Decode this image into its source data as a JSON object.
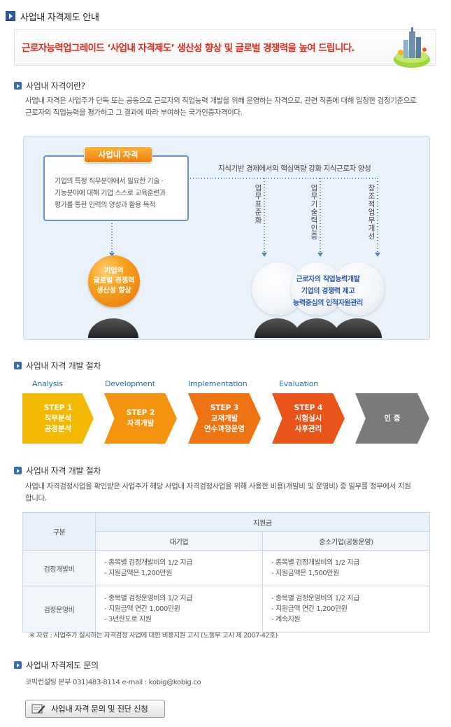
{
  "page_title": "사업내 자격제도 안내",
  "banner": {
    "slogan": "근로자능력업그레이드 ‘사업내 자격제도’ 생산성 향상 및 글로벌 경쟁력을 높여 드립니다."
  },
  "section1": {
    "title": "사업내 자격이란?",
    "paragraph_lines": [
      "사업내 자격은 사업주가 단독 또는 공동으로 근로자의 직업능력 개발을 위해 운영하는 자격으로, 관련 직종에 대해 일정한 검정기준으로",
      "근로자의 직업능력을 평가하고 그 결과에 따라 부여하는 국가인증자격이다."
    ]
  },
  "diagram": {
    "tag": "사업내 자격",
    "definition_lines": [
      "기업의 특정 직무분야에서 필요한 기술 ·",
      "기능분야에 대해 기업 스스로 교육훈련과",
      "평가를 통한 인력의 양성과 활용 목적"
    ],
    "top_label": "지식기반 경제에서의 핵심역량 강화 지식근로자 양성",
    "vertical_labels": [
      "업무표준화",
      "업무기술력인증",
      "창조적업무개선"
    ],
    "orange_ball_lines": [
      "기업의",
      "글로벌 경쟁력",
      "생산성 향상"
    ],
    "white_balls_lines": [
      "근로자의 직업능력개발",
      "기업의 경쟁력 제고",
      "능력중심의 인적자원관리"
    ]
  },
  "section2": {
    "title": "사업내 자격 개발 절차",
    "phases": [
      "Analysis",
      "Development",
      "Implementation",
      "Evaluation"
    ],
    "steps": [
      {
        "lines": [
          "STEP 1",
          "직무분석",
          "공정분석"
        ],
        "color": "#f3b900"
      },
      {
        "lines": [
          "STEP 2",
          "자격개발"
        ],
        "color": "#f3940f"
      },
      {
        "lines": [
          "STEP 3",
          "교재개발",
          "연수과정운영"
        ],
        "color": "#ef7312"
      },
      {
        "lines": [
          "STEP 4",
          "시험실시",
          "사후관리"
        ],
        "color": "#e8541a"
      },
      {
        "lines": [
          "인  증"
        ],
        "color": "#7a7a7a"
      }
    ]
  },
  "section3": {
    "title": "사업내 자격 개발 절차",
    "paragraph_lines": [
      "사업내 자격검정사업을 확인받은 사업주가 해당 사업내 자격검정사업을 위해 사용한 비용(개발비 및 운영비) 중 일부를 정부에서 지원",
      "합니다."
    ],
    "table": {
      "col_header": "구분",
      "group_header": "지원금",
      "sub_headers": [
        "대기업",
        "중소기업(공동운영)"
      ],
      "rows": [
        {
          "label": "검정개발비",
          "large": [
            "- 종목별 검정개발비의 1/2 지급",
            "- 지원금액은 1,200만원"
          ],
          "small": [
            "- 종목별 검정개발비의 1/2 지급",
            "- 지원금액은 1,500만원"
          ]
        },
        {
          "label": "검정운영비",
          "large": [
            "- 종목별 검정운영비의 1/2 지급",
            "- 지원금액 연간 1,000만원",
            "- 3년한도로 지원"
          ],
          "small": [
            "- 종목별 검정운영비의 1/2 지급",
            "- 지원금액 연간 1,200만원",
            "- 계속지원"
          ]
        }
      ]
    },
    "note": "※ 자료 : 사업주가 실시하는 자격검정 사업에 대한 비용지원 고시 (노동부 고시 제 2007-42호)"
  },
  "section4": {
    "title": "사업내 자격제도 문의",
    "contact": "코빅컨설팅 본부  031)483-8114   e-mail : kobig@kobig.co",
    "button_label": "사업내 자격 문의 및 진단 신청"
  }
}
